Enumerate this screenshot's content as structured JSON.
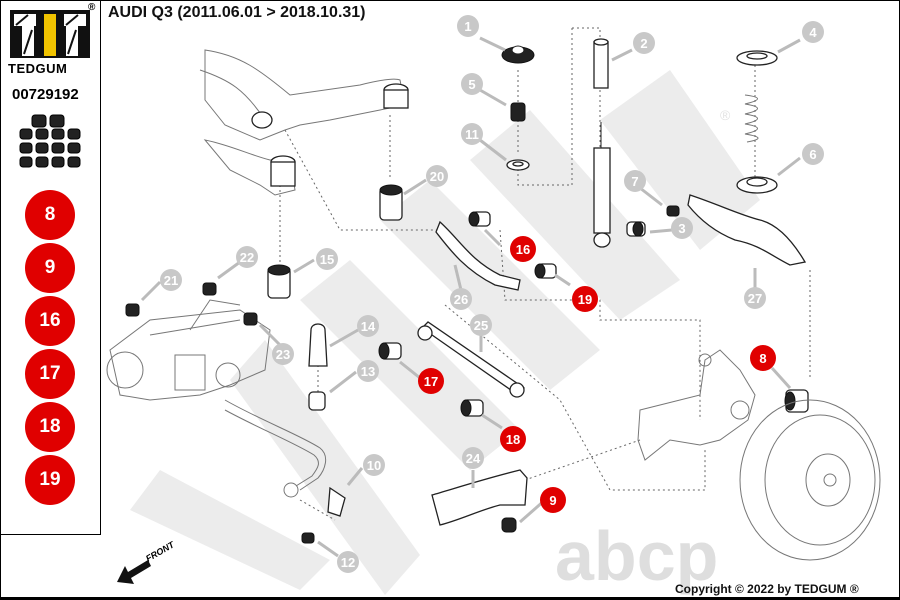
{
  "header": {
    "title": "AUDI Q3 (2011.06.01 > 2018.10.31)"
  },
  "brand": {
    "name": "TEDGUM",
    "registered_mark": "®",
    "logo_accent": "#f2c400",
    "part_number": "00729192"
  },
  "kit_parts": {
    "badge_color": "#e00000",
    "items": [
      "8",
      "9",
      "16",
      "17",
      "18",
      "19"
    ]
  },
  "diagram": {
    "callouts_grey": [
      "1",
      "2",
      "3",
      "4",
      "5",
      "6",
      "7",
      "10",
      "11",
      "12",
      "13",
      "14",
      "15",
      "20",
      "21",
      "22",
      "23",
      "24",
      "25",
      "26",
      "27"
    ],
    "callouts_red": [
      "8",
      "9",
      "16",
      "17",
      "18",
      "19"
    ],
    "front_label": "FRONT",
    "watermark": "TEDGUM",
    "watermark2": "abcp"
  },
  "footer": {
    "copyright": "Copyright © 2022 by TEDGUM ®"
  }
}
